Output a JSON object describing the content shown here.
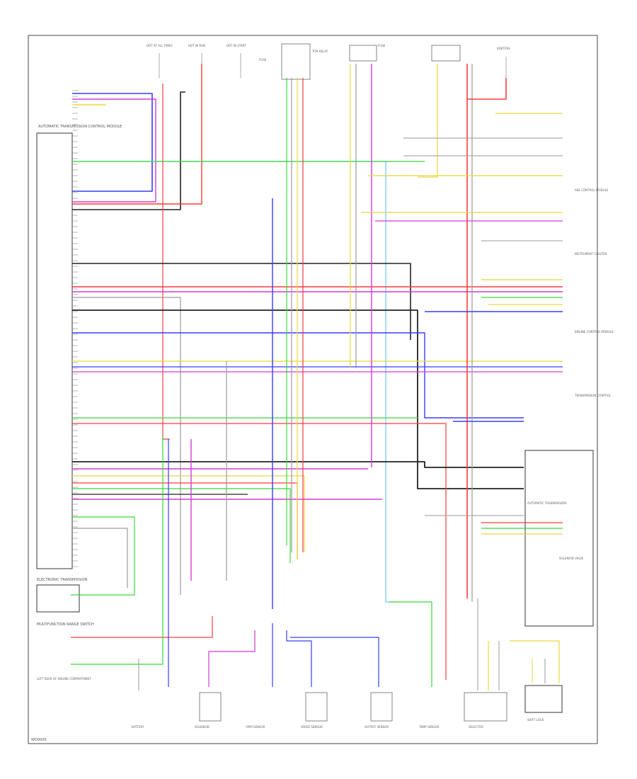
{
  "diagram": {
    "footer_code": "WD0000",
    "wire_colors": {
      "red": "#ff3b3b",
      "blue": "#3a3aff",
      "green": "#39d839",
      "yellow": "#e8d83a",
      "violet": "#d63ad6",
      "black": "#222222",
      "grey": "#9a9a9a",
      "brown": "#8a5a2a",
      "light_blue": "#6ec6ff",
      "white": "#dddddd"
    },
    "components": {
      "main_module": "AUTOMATIC TRANSMISSION CONTROL MODULE",
      "lower_left_module": "ELECTRONIC TRANSMISSION",
      "lower_left_switch": "MULTIFUNCTION RANGE SWITCH",
      "left_note": "LEFT REAR OF ENGINE COMPARTMENT",
      "right_module_1": "ABS CONTROL MODULE",
      "right_module_2": "INSTRUMENT CLUSTER",
      "right_module_3": "ENGINE CONTROL MODULE",
      "right_module_4": "TRANSMISSION CONTROL",
      "right_lower_module": "AUTOMATIC TRANSMISSION",
      "right_lower_sub": "SOLENOID VALVE",
      "bottom_1": "BATTERY",
      "bottom_2": "SOLENOID",
      "bottom_3": "RPM SENSOR",
      "bottom_4": "SPEED SENSOR",
      "bottom_5": "OUTPUT SENSOR",
      "bottom_6": "TEMP SENSOR",
      "bottom_7": "SELECTOR",
      "bottom_8": "SHIFT LOCK",
      "top_1": "HOT AT ALL TIMES",
      "top_2": "HOT IN RUN",
      "top_3": "HOT IN START",
      "top_4": "FUSE",
      "top_5": "TCM RELAY",
      "top_6": "FUSE",
      "top_7": "IGNITION"
    }
  }
}
